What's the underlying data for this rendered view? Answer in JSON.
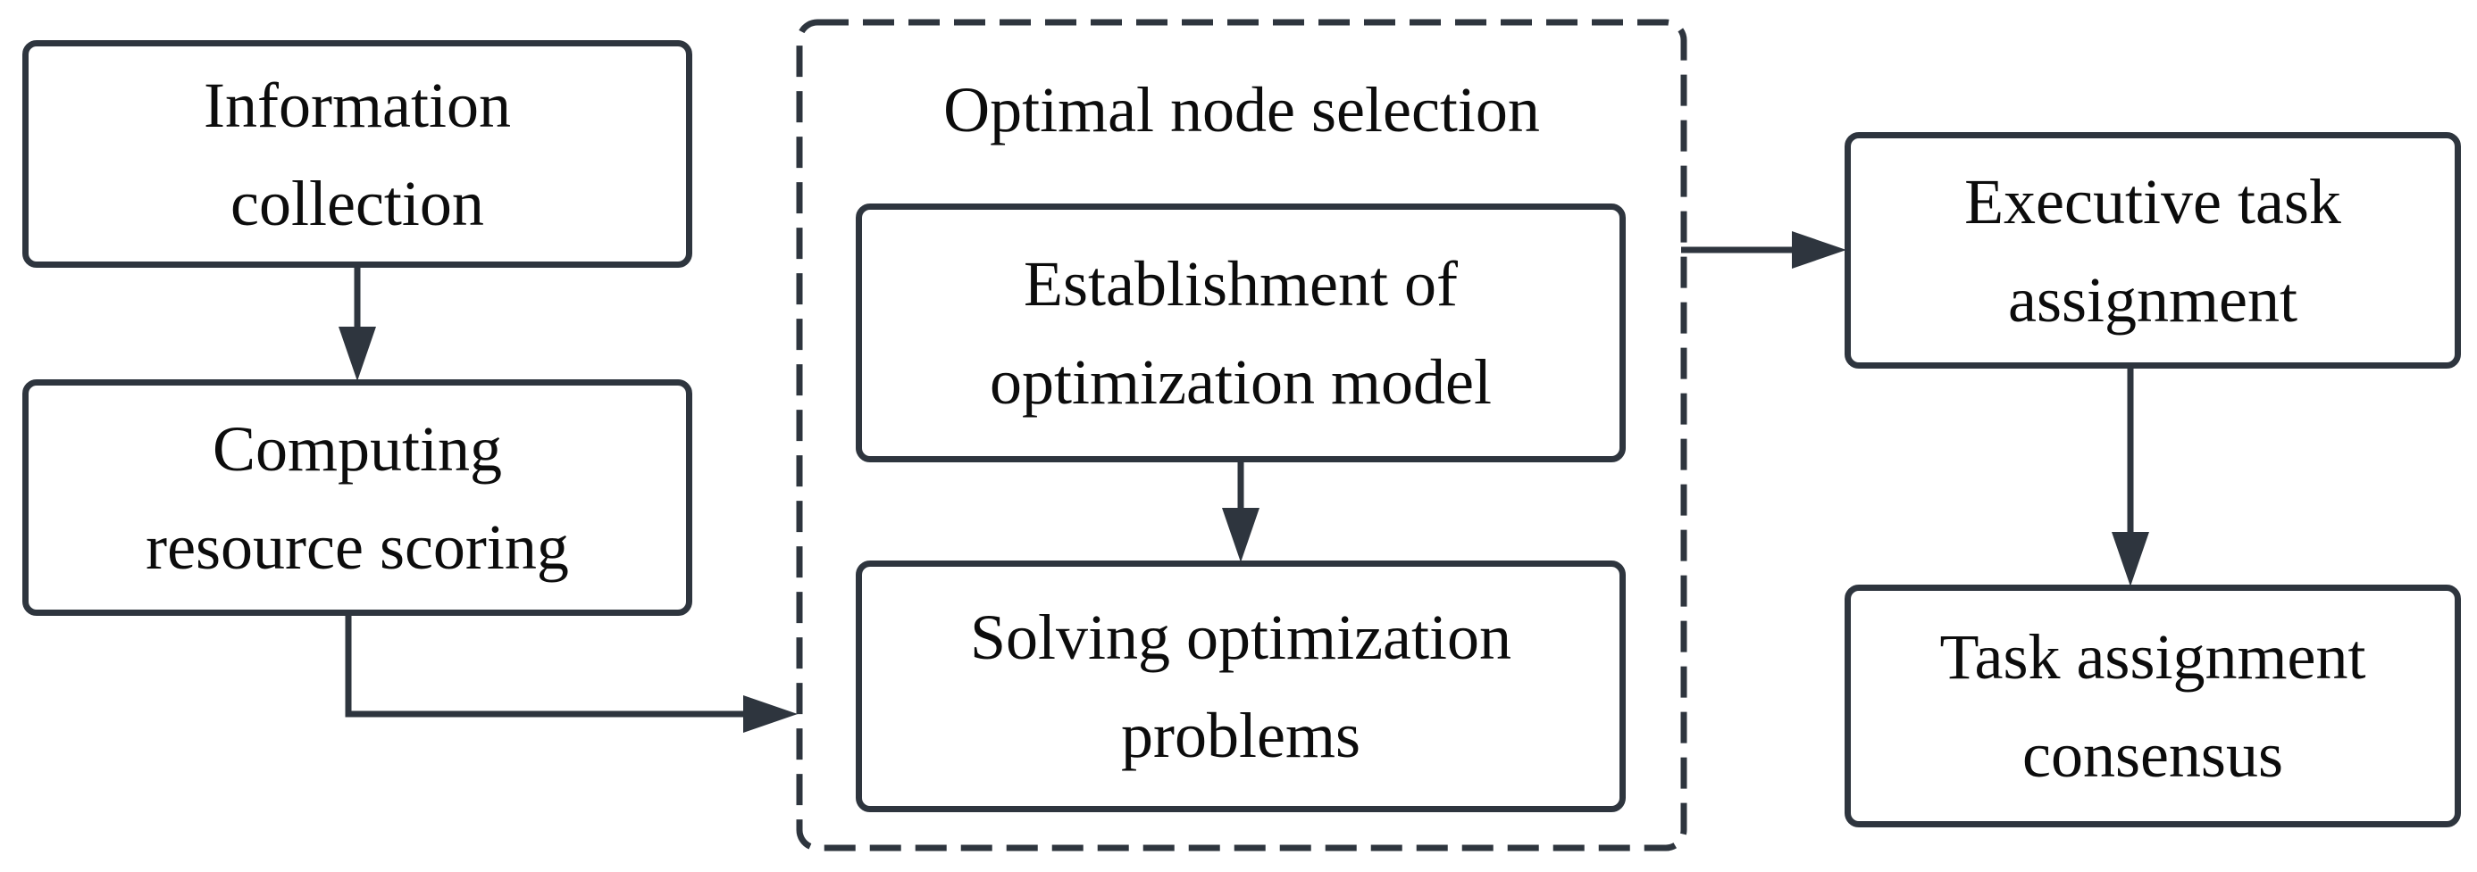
{
  "diagram": {
    "group": {
      "title": "Optimal node selection"
    },
    "nodes": {
      "information_collection": {
        "label": "Information collection",
        "lines": [
          "Information",
          "collection"
        ]
      },
      "computing_resource_scoring": {
        "label": "Computing resource scoring",
        "lines": [
          "Computing",
          "resource scoring"
        ]
      },
      "establishment_optimization_model": {
        "label": "Establishment of optimization model",
        "lines": [
          "Establishment of",
          "optimization model"
        ]
      },
      "solving_optimization_problems": {
        "label": "Solving optimization problems",
        "lines": [
          "Solving optimization",
          "problems"
        ]
      },
      "executive_task_assignment": {
        "label": "Executive task assignment",
        "lines": [
          "Executive task",
          "assignment"
        ]
      },
      "task_assignment_consensus": {
        "label": "Task assignment consensus",
        "lines": [
          "Task assignment",
          "consensus"
        ]
      }
    },
    "colors": {
      "stroke": "#2e353e",
      "text": "#0c0c0c",
      "background": "#ffffff"
    }
  }
}
